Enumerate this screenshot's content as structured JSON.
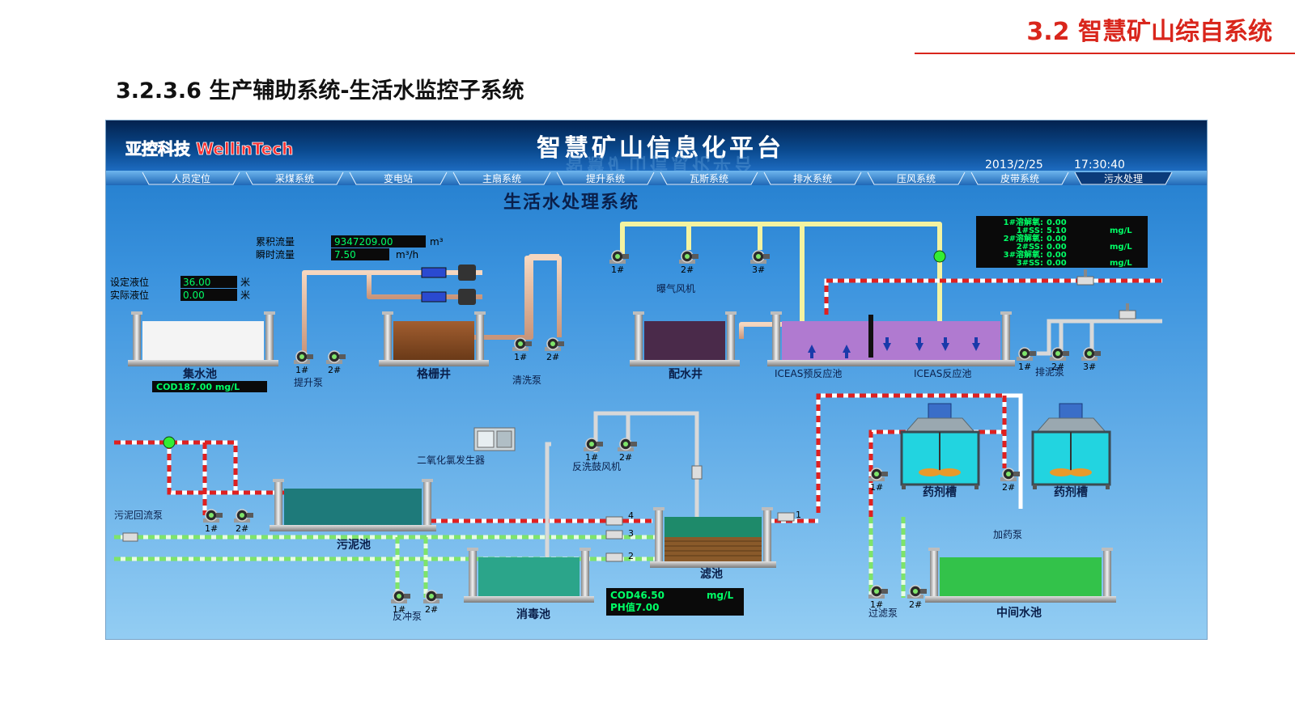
{
  "slide": {
    "header_title": "3.2 智慧矿山综自系统",
    "section_title": "3.2.3.6 生产辅助系统-生活水监控子系统"
  },
  "app": {
    "logo_text": "亚控科技 WellinTech",
    "platform_title": "智慧矿山信息化平台",
    "date": "2013/2/25",
    "time": "17:30:40"
  },
  "nav": {
    "items": [
      "人员定位",
      "采煤系统",
      "变电站",
      "主扇系统",
      "提升系统",
      "瓦斯系统",
      "排水系统",
      "压风系统",
      "皮带系统",
      "污水处理"
    ],
    "active_index": 9
  },
  "scada": {
    "title": "生活水处理系统",
    "flow": {
      "cumulative_label": "累积流量",
      "cumulative_value": "9347209.00",
      "cumulative_unit": "m³",
      "instant_label": "瞬时流量",
      "instant_value": "7.50",
      "instant_unit": "m³/h"
    },
    "level": {
      "set_label": "设定液位",
      "set_value": "36.00",
      "actual_label": "实际液位",
      "actual_value": "0.00",
      "unit": "米"
    },
    "quality": [
      {
        "label": "1#溶解氧:",
        "value": "0.00",
        "unit": ""
      },
      {
        "label": "1#SS:",
        "value": "5.10",
        "unit": "mg/L"
      },
      {
        "label": "2#溶解氧:",
        "value": "0.00",
        "unit": ""
      },
      {
        "label": "2#SS:",
        "value": "0.00",
        "unit": "mg/L"
      },
      {
        "label": "3#溶解氧:",
        "value": "0.00",
        "unit": ""
      },
      {
        "label": "3#SS:",
        "value": "0.00",
        "unit": "mg/L"
      }
    ],
    "tanks": {
      "collect": "集水池",
      "grid": "格栅井",
      "distribute": "配水井",
      "iceas_pre": "ICEAS预反应池",
      "iceas": "ICEAS反应池",
      "sludge": "污泥池",
      "disinfect": "消毒池",
      "filter": "滤池",
      "middle": "中间水池",
      "chem1": "药剂槽",
      "chem2": "药剂槽"
    },
    "equipment": {
      "lift_pump": "提升泵",
      "wash_pump": "清洗泵",
      "blower": "曝气风机",
      "drain_pump": "排泥泵",
      "chlorine": "二氧化氯发生器",
      "backwash_blower": "反洗鼓风机",
      "return_pump": "污泥回流泵",
      "backflush_pump": "反冲泵",
      "filter_pump": "过滤泵",
      "dosing_pump": "加药泵"
    },
    "pump_nums": {
      "p1": "1#",
      "p2": "2#",
      "p3": "3#"
    },
    "valve_nums": {
      "v1": "1",
      "v2": "2",
      "v3": "3",
      "v4": "4"
    },
    "cod_collect": "COD187.00 mg/L",
    "outflow": {
      "cod_label": "COD46.50",
      "cod_unit": "mg/L",
      "ph_label": "PH值7.00"
    }
  },
  "colors": {
    "accent": "#d9261c",
    "screen_bg": "#4fa3df",
    "display_green": "#00ff66",
    "pipe_red": "#e02020",
    "pipe_green": "#7ee46a"
  }
}
